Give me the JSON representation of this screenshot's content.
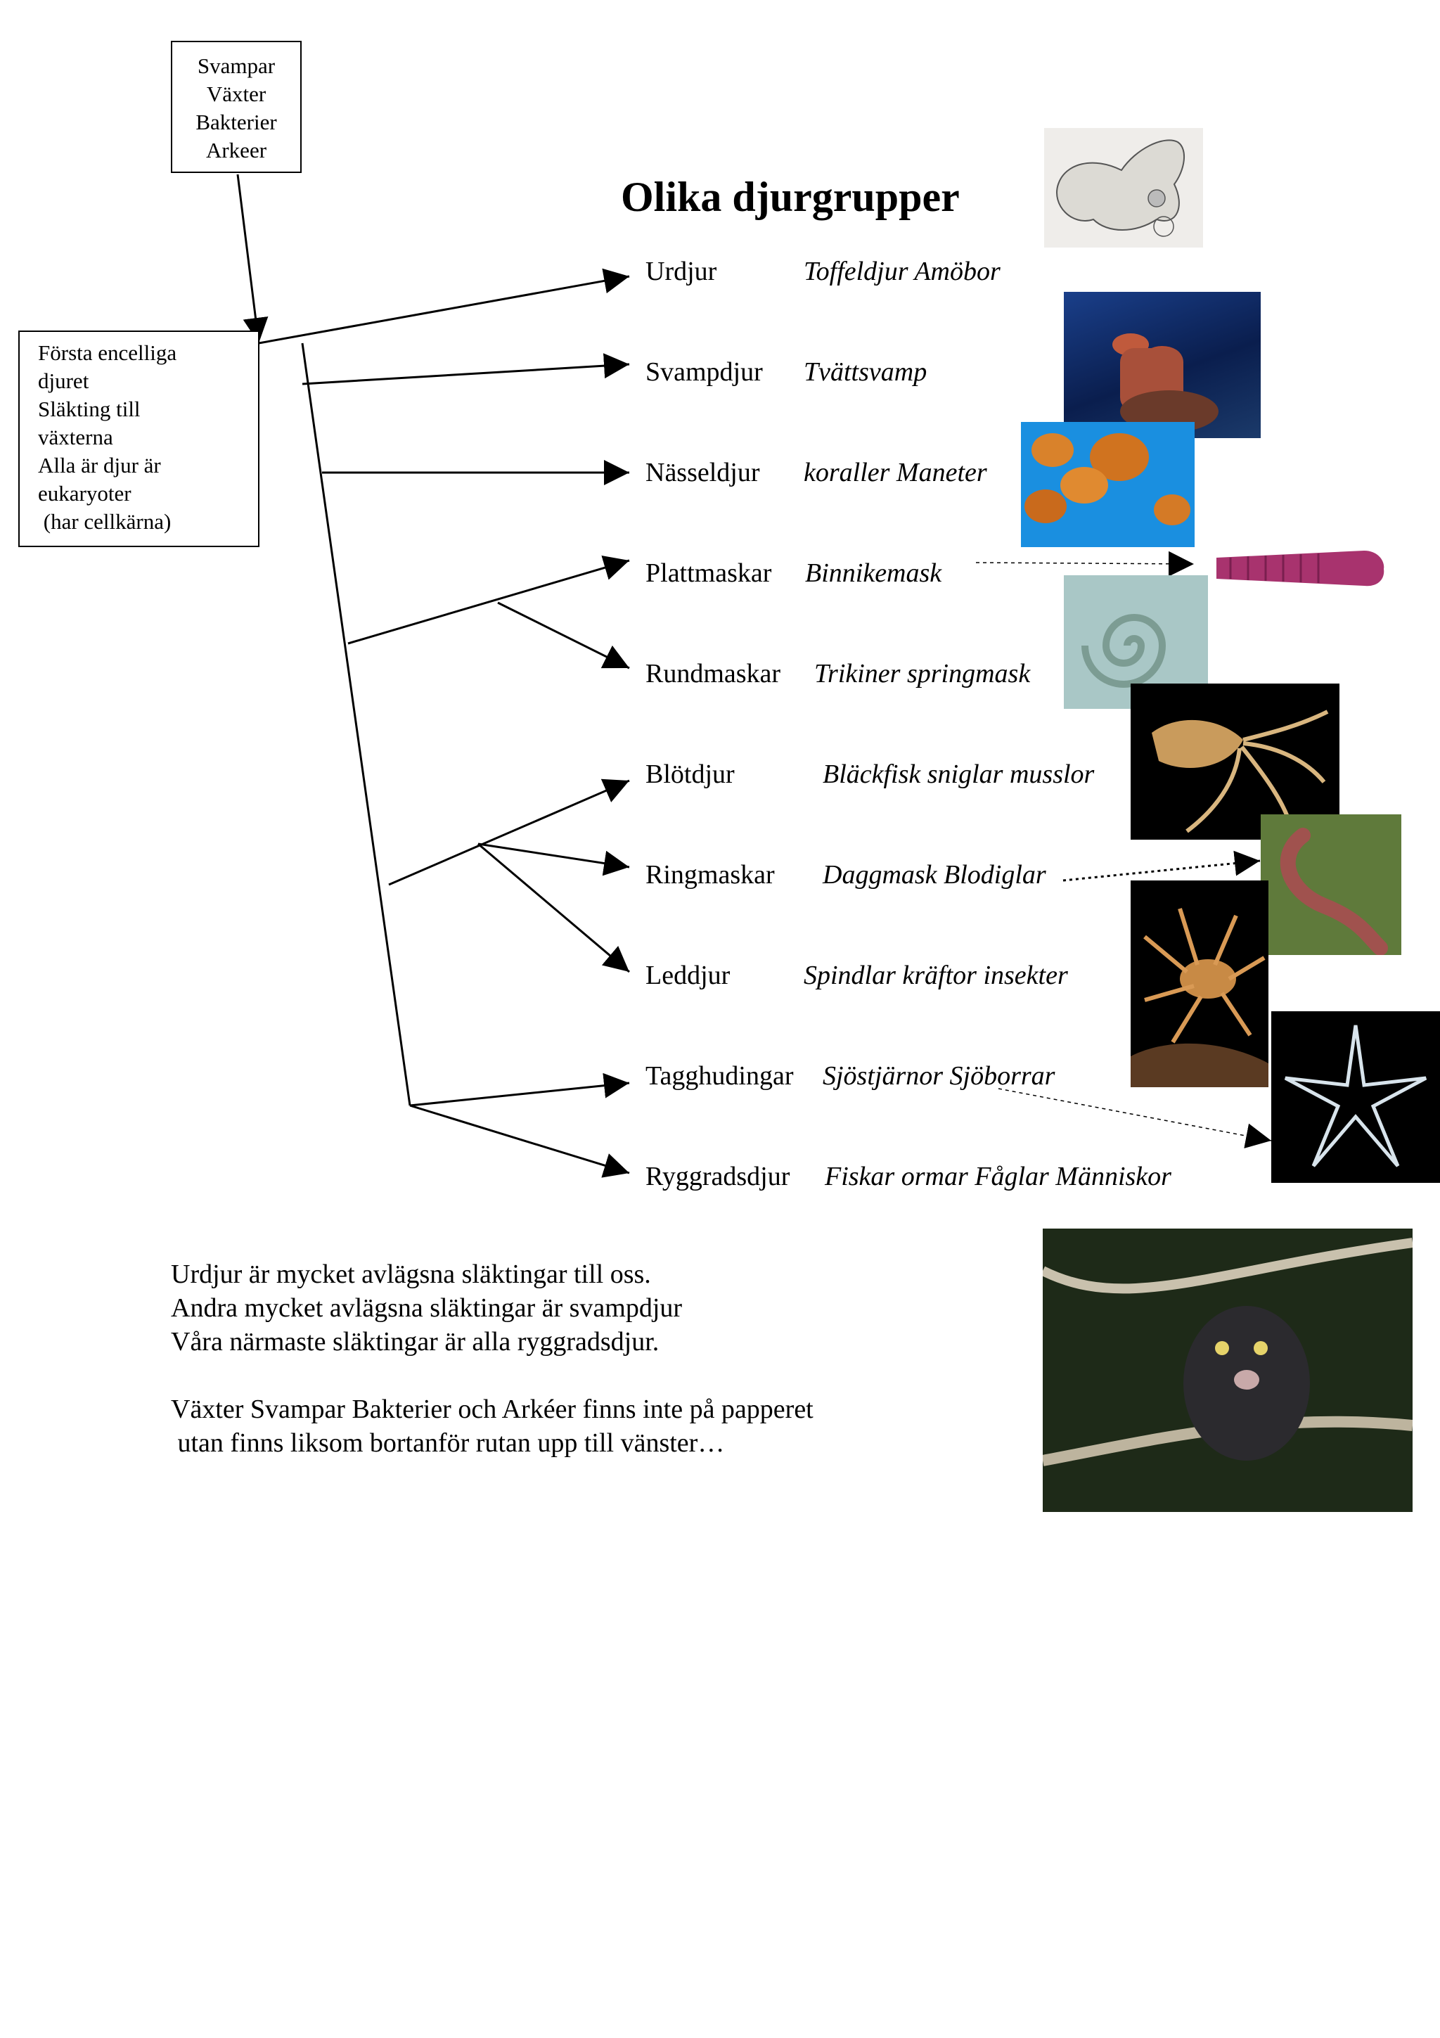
{
  "top_box": {
    "lines": [
      "Svampar",
      "Växter",
      "Bakterier",
      "Arkeer"
    ]
  },
  "left_box": {
    "lines": [
      "Första encelliga",
      "djuret",
      "Släkting till",
      "växterna",
      "Alla är djur är",
      "eukaryoter",
      " (har cellkärna)"
    ]
  },
  "title": "Olika djurgrupper",
  "groups": [
    {
      "name": "Urdjur",
      "examples": "Toffeldjur Amöbor"
    },
    {
      "name": "Svampdjur",
      "examples": "Tvättsvamp"
    },
    {
      "name": "Nässeldjur",
      "examples": "koraller Maneter"
    },
    {
      "name": "Plattmaskar",
      "examples": "Binnikemask"
    },
    {
      "name": "Rundmaskar",
      "examples": "Trikiner springmask"
    },
    {
      "name": "Blötdjur",
      "examples": "Bläckfisk sniglar  musslor"
    },
    {
      "name": "Ringmaskar",
      "examples": "Daggmask Blodiglar"
    },
    {
      "name": "Leddjur",
      "examples": "Spindlar kräftor insekter"
    },
    {
      "name": "Tagghudingar",
      "examples": "Sjöstjärnor Sjöborrar"
    },
    {
      "name": "Ryggradsdjur",
      "examples": "Fiskar ormar Fåglar Människor"
    }
  ],
  "notes": [
    "Urdjur är mycket avlägsna släktingar till oss.",
    "Andra mycket avlägsna släktingar är svampdjur",
    "Våra närmaste släktingar är alla ryggradsdjur.",
    "",
    "Växter Svampar Bakterier och Arkéer finns inte på papperet",
    " utan finns liksom bortanför rutan upp till vänster…"
  ],
  "pictures": [
    {
      "subject": "amoeba-illustration"
    },
    {
      "subject": "sponge-photo"
    },
    {
      "subject": "jellyfish-photo"
    },
    {
      "subject": "tapeworm-photo"
    },
    {
      "subject": "roundworm-photo"
    },
    {
      "subject": "squid-photo"
    },
    {
      "subject": "earthworm-photo"
    },
    {
      "subject": "crab-photo"
    },
    {
      "subject": "starfish-photo"
    },
    {
      "subject": "aye-aye-photo"
    }
  ]
}
